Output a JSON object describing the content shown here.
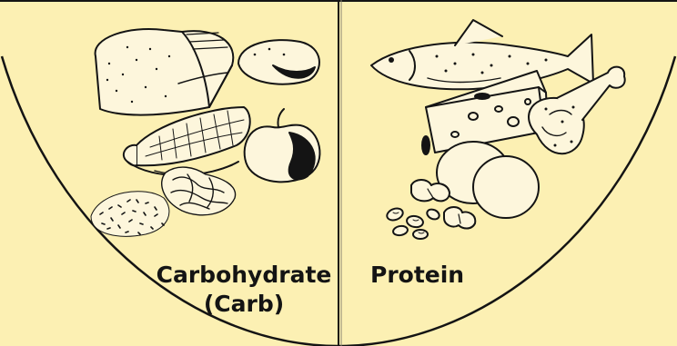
{
  "colors": {
    "background": "#fcf0b3",
    "ink": "#141414"
  },
  "sections": [
    {
      "label_line1": "Carbohydrate",
      "label_line2": "(Carb)",
      "foods": [
        "bread-icon",
        "potato-icon",
        "corn-icon",
        "apple-icon",
        "pasta-icon",
        "rice-icon"
      ]
    },
    {
      "label_line1": "Protein",
      "foods": [
        "fish-icon",
        "cheese-icon",
        "chicken-leg-icon",
        "egg-icon",
        "peanuts-icon",
        "beans-icon"
      ]
    }
  ]
}
